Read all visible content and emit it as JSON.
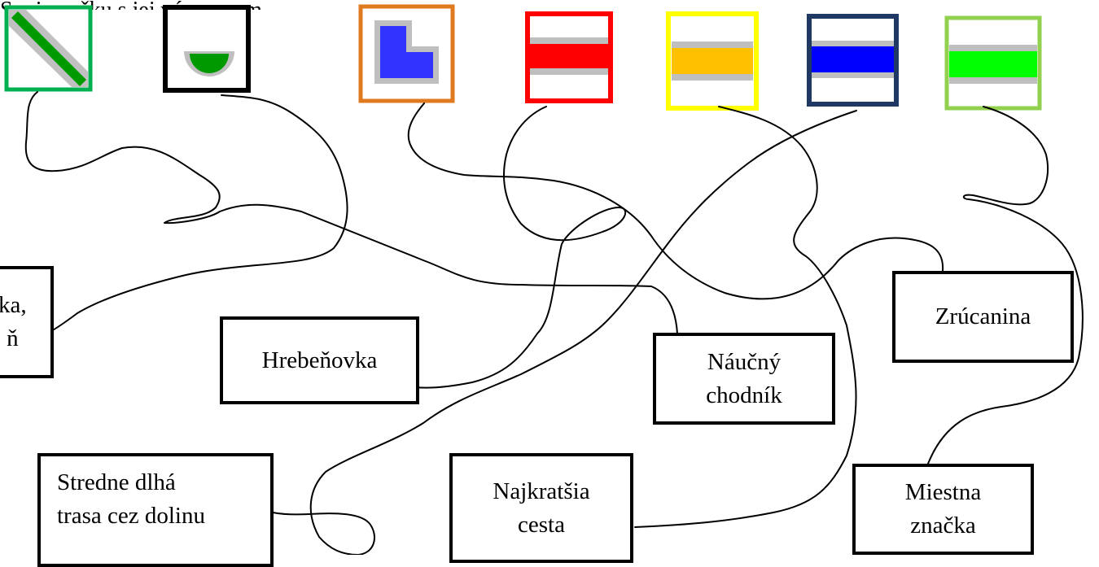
{
  "labels": {
    "cut_left": "ka,\nň",
    "hrebenovka": "Hrebeňovka",
    "naucny": "Náučný\nchodník",
    "zrucanina": "Zrúcanina",
    "stredne": "Stredne dlhá\ntrasa cez dolinu",
    "najkratsia": "Najkratšia\ncesta",
    "miestna": "Miestna\nznačka"
  },
  "top_cut_text": "Spoj značku s jej významom.",
  "markers": [
    {
      "name": "diagonal-stripe-marker",
      "frame": "#00b050",
      "fill": "#009900"
    },
    {
      "name": "half-circle-marker",
      "frame": "#000000",
      "fill": "#009900"
    },
    {
      "name": "l-shape-marker",
      "frame": "#e07a1f",
      "fill": "#3333ff"
    },
    {
      "name": "red-stripe-marker",
      "frame": "#ff0000",
      "fill": "#ff0000"
    },
    {
      "name": "yellow-stripe-marker",
      "frame": "#ffff00",
      "fill": "#ffc000"
    },
    {
      "name": "blue-stripe-marker",
      "frame": "#1f3864",
      "fill": "#0000ff"
    },
    {
      "name": "green-stripe-marker",
      "frame": "#92d050",
      "fill": "#00ff00"
    }
  ],
  "colors": {
    "line": "#000000",
    "marker_border_gray": "#bfbfbf"
  }
}
